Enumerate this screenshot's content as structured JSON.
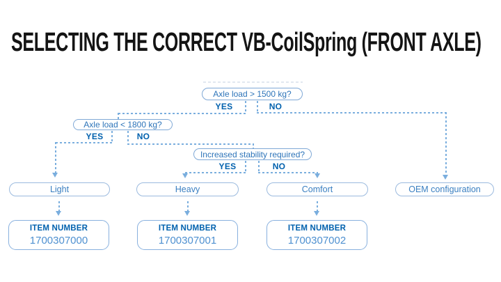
{
  "title": "SELECTING THE CORRECT VB-CoilSpring (FRONT AXLE)",
  "colors": {
    "title_text": "#141414",
    "decision_text": "#2d74b9",
    "decision_border": "#7fa8d6",
    "outcome_text": "#3a7fc1",
    "outcome_border": "#9bbade",
    "yes_no_text": "#0061ae",
    "item_heading_text": "#0061ae",
    "item_number_text": "#4e90d0",
    "connector_line": "#7aaede",
    "background": "#ffffff"
  },
  "flowchart": {
    "decisions": [
      {
        "question": "Axle load > 1500 kg?",
        "yes_label": "YES",
        "no_label": "NO"
      },
      {
        "question": "Axle load < 1800 kg?",
        "yes_label": "YES",
        "no_label": "NO"
      },
      {
        "question": "Increased stability required?",
        "yes_label": "YES",
        "no_label": "NO"
      }
    ],
    "outcomes": [
      {
        "label": "Light"
      },
      {
        "label": "Heavy"
      },
      {
        "label": "Comfort"
      },
      {
        "label": "OEM configuration"
      }
    ],
    "items": [
      {
        "heading": "ITEM NUMBER",
        "number": "1700307000"
      },
      {
        "heading": "ITEM NUMBER",
        "number": "1700307001"
      },
      {
        "heading": "ITEM NUMBER",
        "number": "1700307002"
      }
    ]
  }
}
